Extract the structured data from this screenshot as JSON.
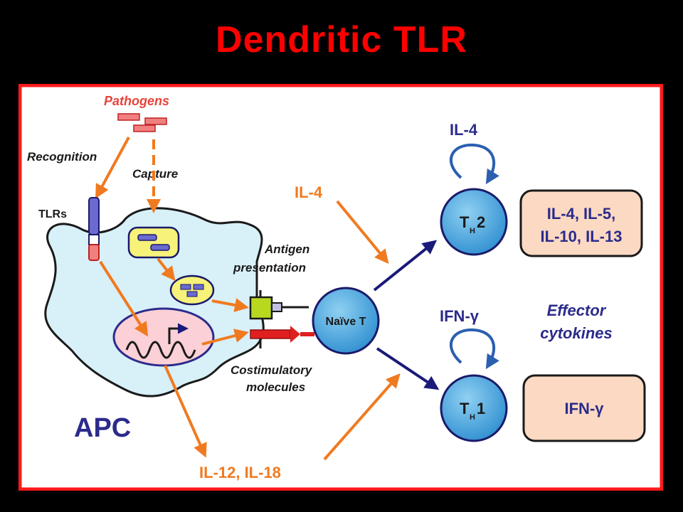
{
  "title": "Dendritic TLR",
  "labels": {
    "pathogens": "Pathogens",
    "recognition": "Recognition",
    "capture": "Capture",
    "tlrs": "TLRs",
    "il4_top": "IL-4",
    "il4_mid": "IL-4",
    "antigen_1": "Antigen",
    "antigen_2": "presentation",
    "naive_t": "Naïve T",
    "costim_1": "Costimulatory",
    "costim_2": "molecules",
    "apc": "APC",
    "il12_il18": "IL-12, IL-18",
    "ifn_gamma_top": "IFN-γ",
    "effector_1": "Effector",
    "effector_2": "cytokines",
    "th2": "2",
    "th1": "1",
    "th_t": "T",
    "th_sub": "H",
    "th2_box_1": "IL-4, IL-5,",
    "th2_box_2": "IL-10, IL-13",
    "th1_box": "IFN-γ"
  },
  "colors": {
    "frame_red": "#ff1a1a",
    "arrow_orange": "#f07a20",
    "arrow_navy": "#1a1a7a",
    "text_red": "#e8433a",
    "text_orange": "#f07a20",
    "text_navy": "#2b2b8c",
    "cell_blue": "#3aa0dc",
    "apc_fill": "#d8f0f8",
    "box_fill": "#fbd9c2"
  }
}
